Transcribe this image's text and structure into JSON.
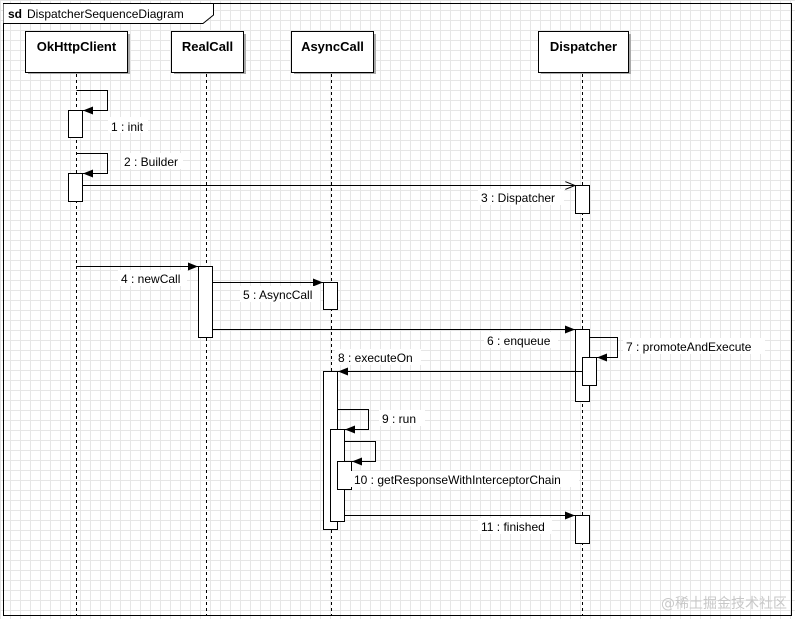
{
  "frame": {
    "kind": "sd",
    "title": "DispatcherSequenceDiagram"
  },
  "lifelines": [
    "OkHttpClient",
    "RealCall",
    "AsyncCall",
    "Dispatcher"
  ],
  "messages": [
    "1 : init",
    "2 : Builder",
    "3 : Dispatcher",
    "4 : newCall",
    "5 : AsyncCall",
    "6 : enqueue",
    "7 : promoteAndExecute",
    "8 : executeOn",
    "9 : run",
    "10 : getResponseWithInterceptorChain",
    "11 : finished"
  ],
  "watermark": "@稀土掘金技术社区"
}
